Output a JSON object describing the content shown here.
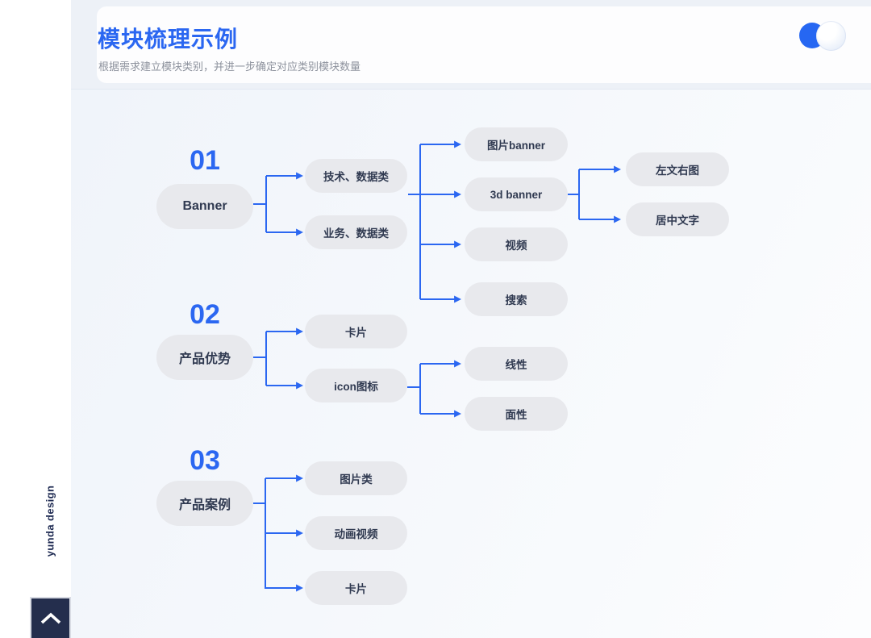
{
  "header": {
    "title": "模块梳理示例",
    "subtitle": "根据需求建立模块类别，并进一步确定对应类别模块数量"
  },
  "brand": {
    "vertical_text": "yunda design"
  },
  "controls": {
    "theme_toggle_icon": "overlapping-circles-toggle",
    "scroll_top_icon": "chevron-up-icon"
  },
  "colors": {
    "accent_blue": "#2b67f1",
    "node_background": "#e8e9ed",
    "node_text": "#303a51",
    "dark_navy": "#242e4d",
    "canvas_background": "#f3f7fc",
    "subtitle_gray": "#8d929d"
  },
  "diagram": {
    "sections": [
      {
        "number": "01",
        "root": "Banner",
        "level2": [
          "技术、数据类",
          "业务、数据类"
        ],
        "level3": [
          "图片banner",
          "3d banner",
          "视频",
          "搜索"
        ],
        "level4": [
          "左文右图",
          "居中文字"
        ]
      },
      {
        "number": "02",
        "root": "产品优势",
        "level2": [
          "卡片",
          "icon图标"
        ],
        "level3": [
          "线性",
          "面性"
        ]
      },
      {
        "number": "03",
        "root": "产品案例",
        "level2": [
          "图片类",
          "动画视频",
          "卡片"
        ]
      }
    ]
  }
}
